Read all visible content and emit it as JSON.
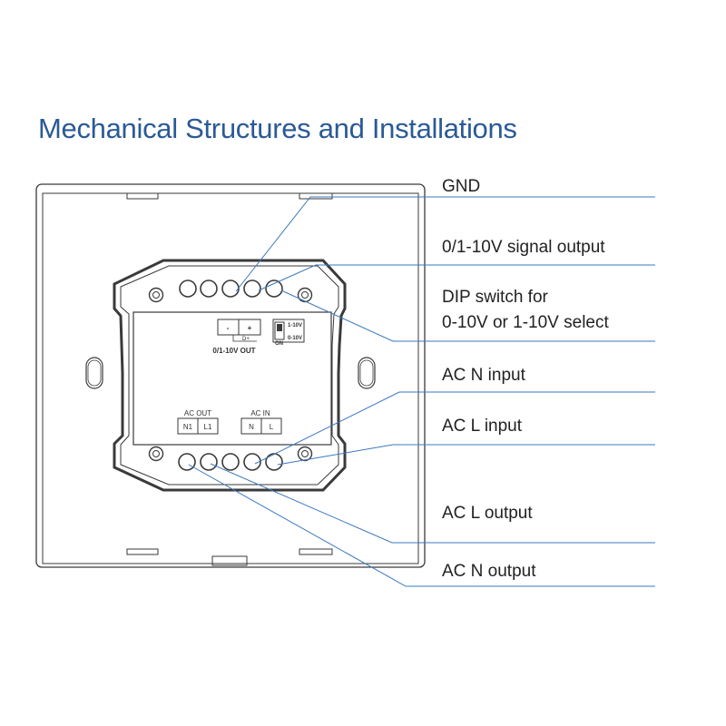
{
  "title": "Mechanical Structures and Installations",
  "labels": {
    "gnd": "GND",
    "signal_output": "0/1-10V signal output",
    "dip_line1": "DIP switch for",
    "dip_line2": "0-10V or 1-10V select",
    "ac_n_input": "AC N input",
    "ac_l_input": "AC L input",
    "ac_l_output": "AC L output",
    "ac_n_output": "AC N output"
  },
  "module": {
    "minus": "-",
    "plus": "+",
    "sub_mark": "D+",
    "out_label": "0/1-10V OUT",
    "dip_1_10v": "1-10V",
    "dip_on": "ON",
    "dip_0_10v": "0-10V",
    "ac_out": "AC OUT",
    "ac_in": "AC IN",
    "n1": "N1",
    "l1": "L1",
    "n": "N",
    "l": "L"
  },
  "colors": {
    "title": "#2a5a96",
    "leader_lines": "#3a78c0",
    "outline": "#3a3a3a"
  }
}
